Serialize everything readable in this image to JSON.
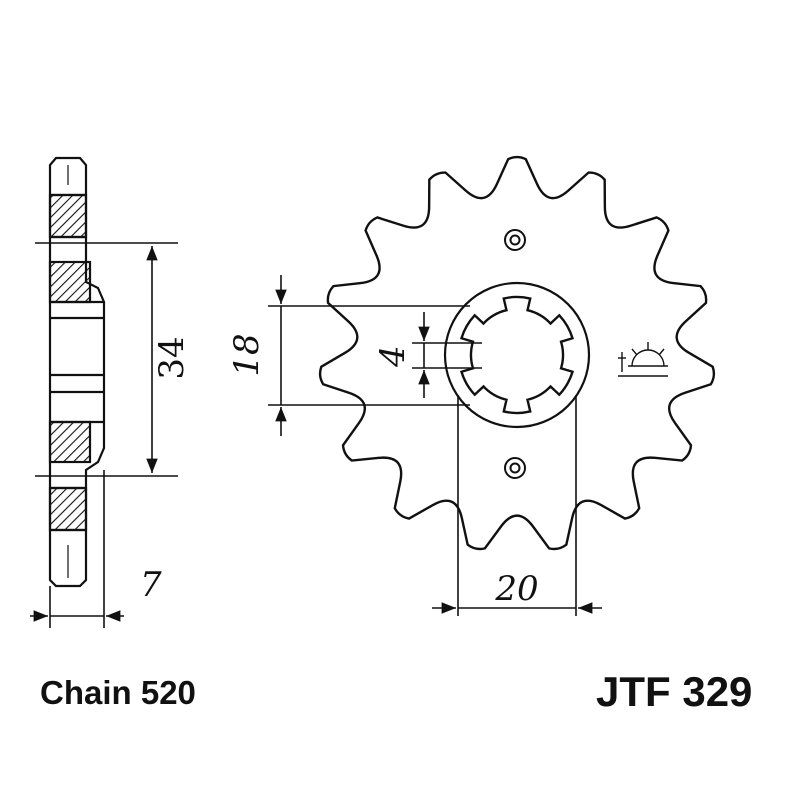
{
  "dimensions": {
    "hub_diameter": "34",
    "spline_minor": "18",
    "spline_width": "4",
    "bolt_spacing": "20",
    "thickness": "7"
  },
  "footer": {
    "chain": "Chain 520",
    "part_number": "JTF 329"
  },
  "sprocket": {
    "teeth": 15,
    "spline_slots": 6
  }
}
